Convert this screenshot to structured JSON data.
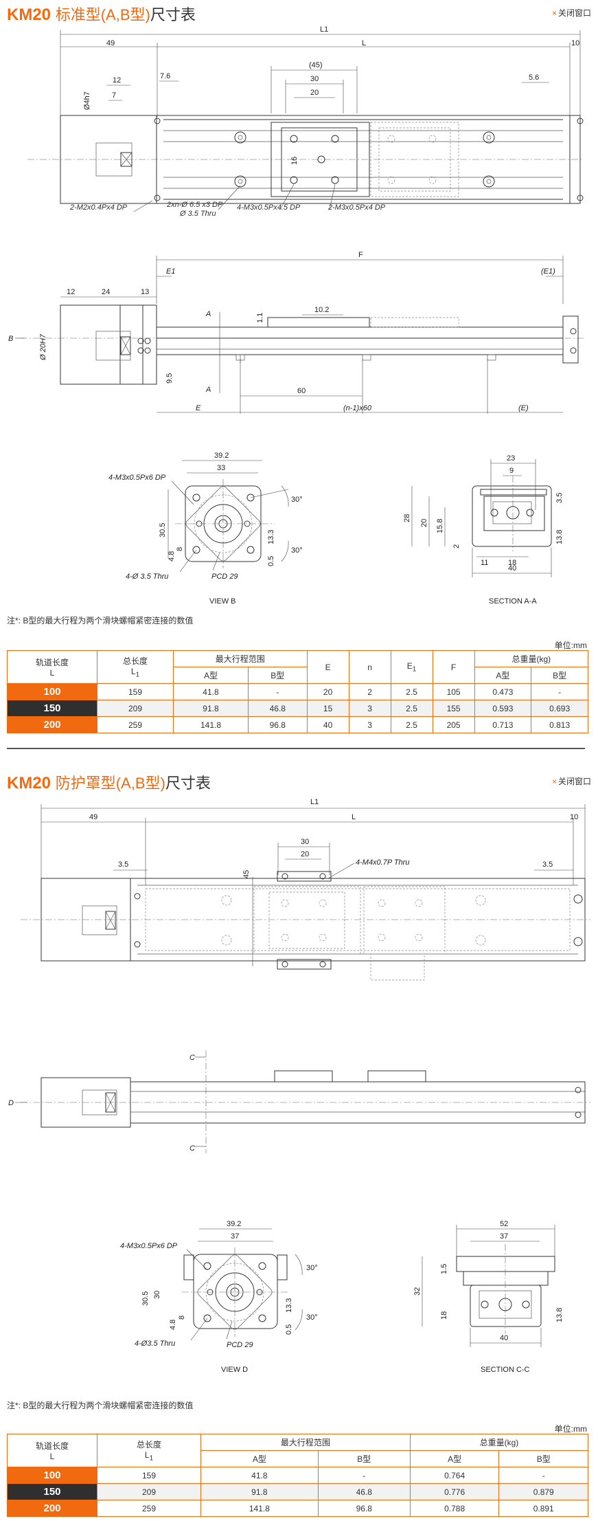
{
  "section1": {
    "title_model": "KM20",
    "title_name": "标准型(A,B型)",
    "title_tail": "尺寸表",
    "close_label": "关闭窗口",
    "top_view": {
      "dim_L1": "L1",
      "dim_49": "49",
      "dim_L": "L",
      "dim_10": "10",
      "dim_7_6": "7.6",
      "dim_45p": "(45)",
      "dim_30": "30",
      "dim_20": "20",
      "dim_5_6": "5.6",
      "dim_12": "12",
      "dim_7": "7",
      "dim_phi4h7": "Ø4h7",
      "dim_16": "16",
      "note_m2": "2-M2x0.4Px4 DP",
      "note_2xn": "2xn-Ø 6.5 x3 DP",
      "note_thru": "Ø 3.5 Thru",
      "note_4m3": "4-M3x0.5Px4.5 DP",
      "note_2m3": "2-M3x0.5Px4 DP"
    },
    "side_view": {
      "dim_F": "F",
      "dim_E1": "E1",
      "dim_E1p": "(E1)",
      "dim_12": "12",
      "dim_24": "24",
      "dim_13": "13",
      "dim_A1": "A",
      "dim_A2": "A",
      "dim_1_1": "1.1",
      "dim_10_2": "10.2",
      "dim_B": "B",
      "dim_phi20h7": "Ø 20H7",
      "dim_9_5": "9.5",
      "dim_60": "60",
      "dim_E": "E",
      "dim_n60": "(n-1)x60",
      "dim_Ep": "(E)"
    },
    "view_b": {
      "dim_39_2": "39.2",
      "dim_33": "33",
      "note_4m3": "4-M3x0.5Px6 DP",
      "dim_30_5": "30.5",
      "dim_4_8": "4.8",
      "dim_8": "8",
      "dim_13_3": "13.3",
      "dim_0_5": "0.5",
      "dim_30a": "30°",
      "dim_30b": "30°",
      "note_4phi": "4-Ø 3.5  Thru",
      "note_pcd": "PCD 29",
      "caption": "VIEW B"
    },
    "section_aa": {
      "dim_23": "23",
      "dim_9": "9",
      "dim_28": "28",
      "dim_20": "20",
      "dim_15_8": "15.8",
      "dim_2": "2",
      "dim_11": "11",
      "dim_18": "18",
      "dim_3_5": "3.5",
      "dim_13_8": "13.8",
      "dim_40": "40",
      "caption": "SECTION A-A"
    },
    "note": "注*: B型的最大行程为两个滑块螺帽紧密连接的数值",
    "unit": "单位:mm",
    "table": {
      "headers": {
        "rail": "轨道长度",
        "rail_sub": "L",
        "total": "总长度",
        "total_sub": "L",
        "stroke": "最大行程范围",
        "a": "A型",
        "b": "B型",
        "e": "E",
        "n": "n",
        "e1": "E",
        "e1_sub": "1",
        "f": "F",
        "weight": "总重量(kg)",
        "wa": "A型",
        "wb": "B型"
      },
      "rows": [
        {
          "l": "100",
          "l1": "159",
          "sa": "41.8",
          "sb": "-",
          "e": "20",
          "n": "2",
          "e1": "2.5",
          "f": "105",
          "wa": "0.473",
          "wb": "-"
        },
        {
          "l": "150",
          "l1": "209",
          "sa": "91.8",
          "sb": "46.8",
          "e": "15",
          "n": "3",
          "e1": "2.5",
          "f": "155",
          "wa": "0.593",
          "wb": "0.693"
        },
        {
          "l": "200",
          "l1": "259",
          "sa": "141.8",
          "sb": "96.8",
          "e": "40",
          "n": "3",
          "e1": "2.5",
          "f": "205",
          "wa": "0.713",
          "wb": "0.813"
        }
      ]
    }
  },
  "section2": {
    "title_model": "KM20",
    "title_name": "防护罩型(A,B型)",
    "title_tail": "尺寸表",
    "close_label": "关闭窗口",
    "top_view": {
      "dim_L1": "L1",
      "dim_49": "49",
      "dim_L": "L",
      "dim_10": "10",
      "dim_30": "30",
      "dim_20": "20",
      "dim_3_5a": "3.5",
      "dim_3_5b": "3.5",
      "dim_45": "45",
      "note_m4": "4-M4x0.7P Thru"
    },
    "side_view": {
      "dim_C1": "C",
      "dim_C2": "C",
      "dim_D": "D"
    },
    "view_d": {
      "dim_39_2": "39.2",
      "dim_37": "37",
      "note_4m3": "4-M3x0.5Px6 DP",
      "dim_30_5": "30.5",
      "dim_30": "30",
      "dim_4_8": "4.8",
      "dim_8": "8",
      "dim_13_3": "13.3",
      "dim_0_5": "0.5",
      "dim_30a": "30°",
      "dim_30b": "30°",
      "note_4phi": "4-Ø3.5 Thru",
      "note_pcd": "PCD 29",
      "caption": "VIEW D"
    },
    "section_cc": {
      "dim_52": "52",
      "dim_37": "37",
      "dim_32": "32",
      "dim_1_5": "1.5",
      "dim_18": "18",
      "dim_13_8": "13.8",
      "dim_40": "40",
      "caption": "SECTION C-C"
    },
    "note": "注*: B型的最大行程为两个滑块螺帽紧密连接的数值",
    "unit": "单位:mm",
    "table": {
      "headers": {
        "rail": "轨道长度",
        "rail_sub": "L",
        "total": "总长度",
        "total_sub": "L",
        "stroke": "最大行程范围",
        "a": "A型",
        "b": "B型",
        "weight": "总重量(kg)",
        "wa": "A型",
        "wb": "B型"
      },
      "rows": [
        {
          "l": "100",
          "l1": "159",
          "sa": "41.8",
          "sb": "-",
          "wa": "0.764",
          "wb": "-"
        },
        {
          "l": "150",
          "l1": "209",
          "sa": "91.8",
          "sb": "46.8",
          "wa": "0.776",
          "wb": "0.879"
        },
        {
          "l": "200",
          "l1": "259",
          "sa": "141.8",
          "sb": "96.8",
          "wa": "0.788",
          "wb": "0.891"
        }
      ]
    }
  }
}
